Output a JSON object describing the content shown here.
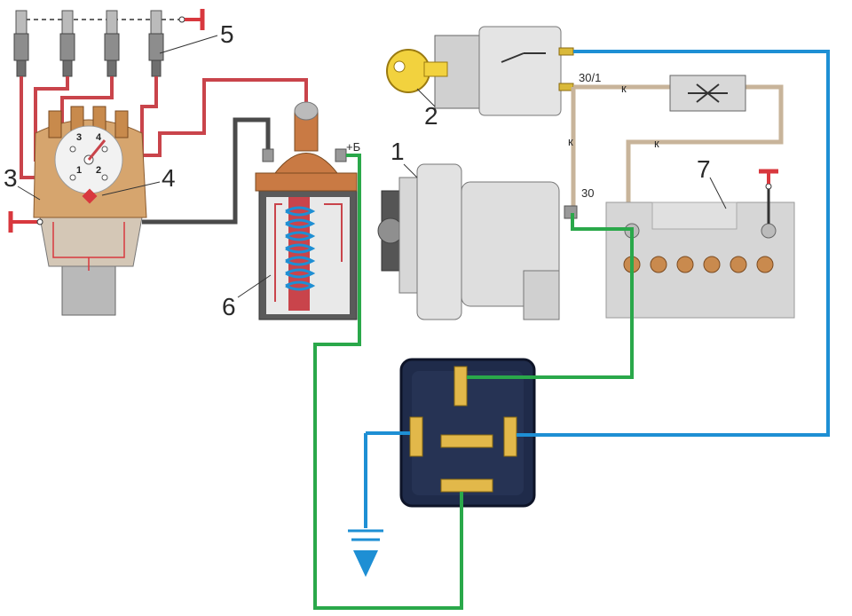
{
  "labels": {
    "n1": "1",
    "n2": "2",
    "n3": "3",
    "n4": "4",
    "n5": "5",
    "n6": "6",
    "n7": "7"
  },
  "terminals": {
    "t30_1": "30/1",
    "t30": "30",
    "plus_b": "+Б",
    "k1": "к",
    "k2": "к",
    "k3": "к"
  },
  "distributor_marks": {
    "c1": "1",
    "c2": "2",
    "c3": "3",
    "c4": "4"
  },
  "colors": {
    "blue_wire": "#1e8fd4",
    "green_wire": "#2aa84a",
    "red_wire": "#c9444b",
    "dark_wire": "#4a4a4a",
    "tan_wire": "#c8b49a",
    "ground": "#d8383e",
    "relay_body": "#1f2b4a"
  }
}
